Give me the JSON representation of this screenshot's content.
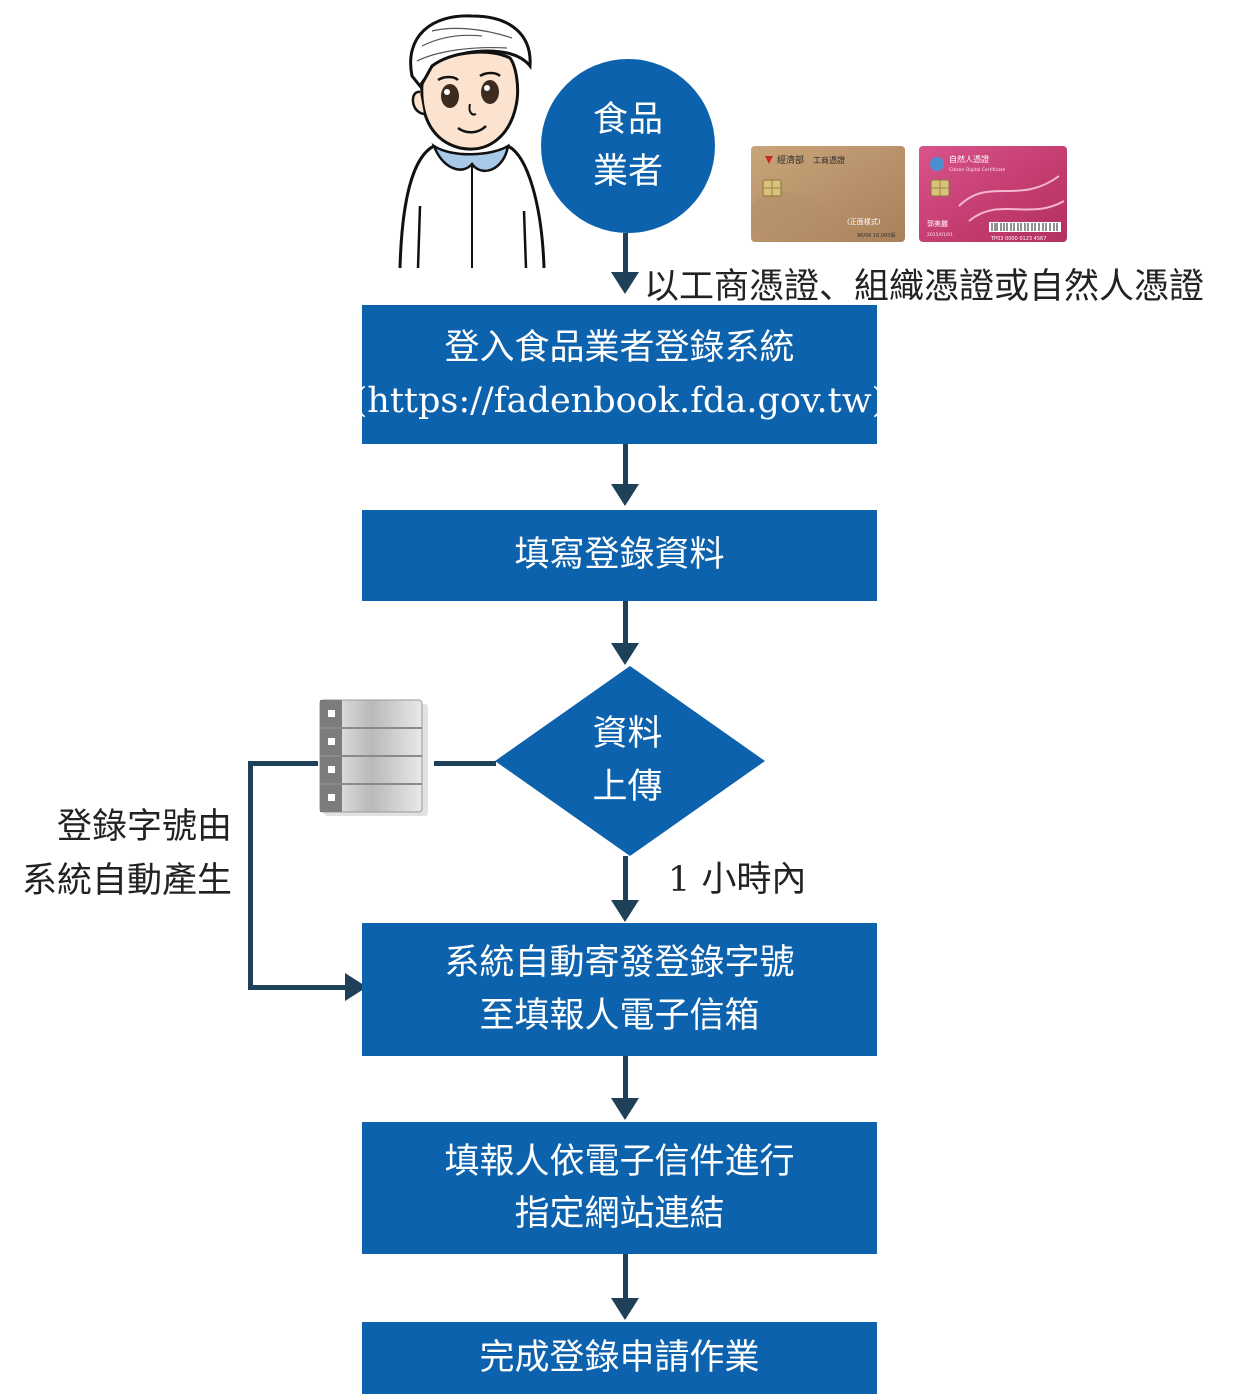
{
  "start": {
    "line1": "食品",
    "line2": "業者"
  },
  "credential_note": "以工商憑證、組織憑證或自然人憑證",
  "steps": {
    "login": {
      "line1": "登入食品業者登錄系統",
      "line2": "(https://fadenbook.fda.gov.tw)"
    },
    "fill": {
      "line1": "填寫登錄資料"
    },
    "upload": {
      "line1": "資料",
      "line2": "上傳"
    },
    "time_note": "1 小時內",
    "send": {
      "line1": "系統自動寄發登錄字號",
      "line2": "至填報人電子信箱"
    },
    "link": {
      "line1": "填報人依電子信件進行",
      "line2": "指定網站連結"
    },
    "done": {
      "line1": "完成登錄申請作業"
    }
  },
  "side_note": {
    "line1": "登錄字號由",
    "line2": "系統自動產生"
  },
  "cards": {
    "moea": {
      "brand": "經濟部",
      "name": "工商憑證",
      "mode": "(正面樣式)",
      "serial": "96/06 16,000張"
    },
    "citizen": {
      "name": "自然人憑證",
      "subtitle": "Citizen Digital Certificate",
      "holder": "郭美麗",
      "date": "2015/01/01",
      "number": "TP03 0000 0123 4567"
    }
  },
  "colors": {
    "box": "#0d62ad",
    "connector": "#1e4159"
  }
}
